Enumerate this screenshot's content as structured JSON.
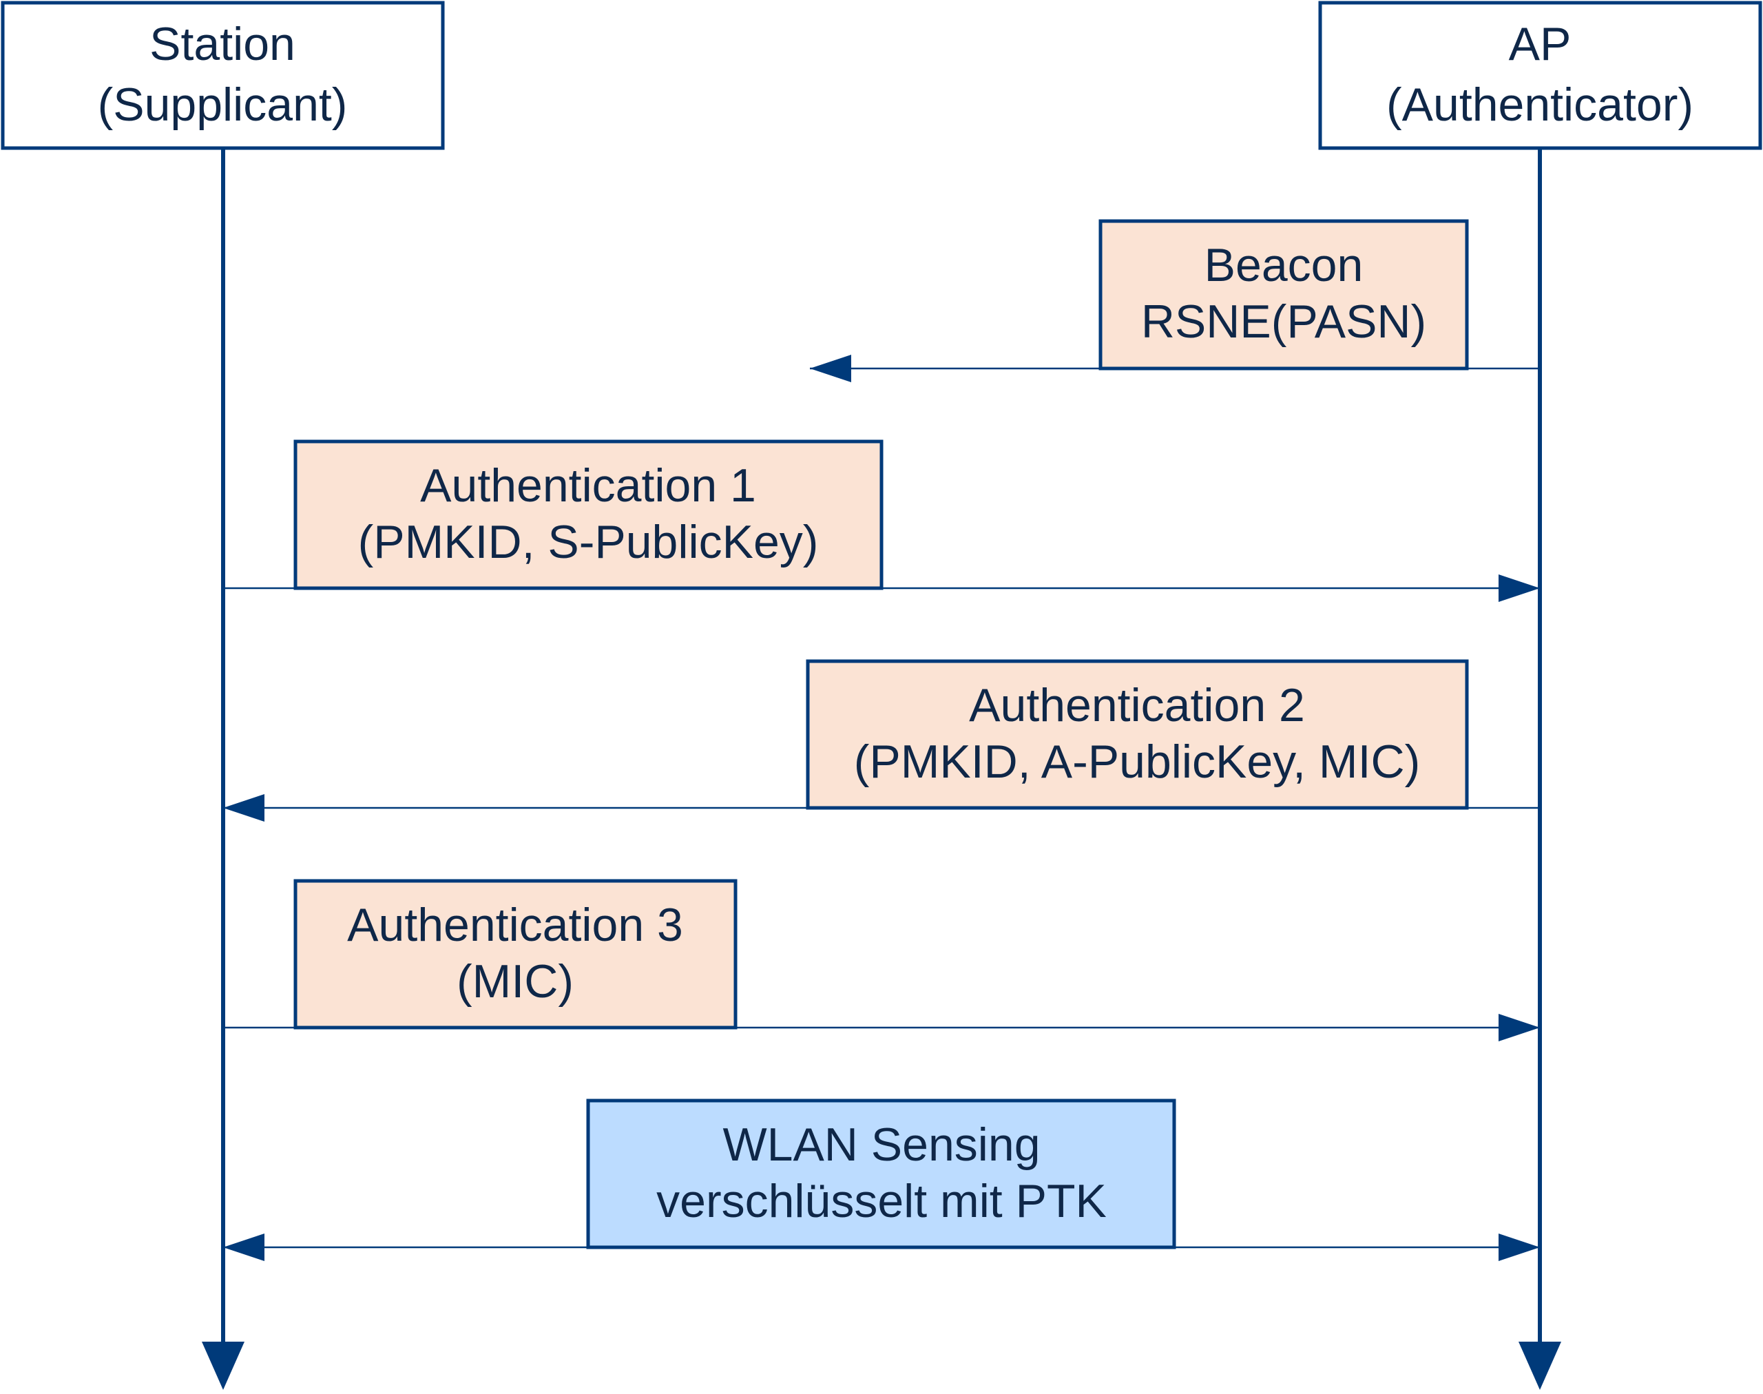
{
  "actors": {
    "station": {
      "line1": "Station",
      "line2": "(Supplicant)"
    },
    "ap": {
      "line1": "AP",
      "line2": "(Authenticator)"
    }
  },
  "messages": [
    {
      "line1": "Beacon",
      "line2": "RSNE(PASN)",
      "direction": "ap-to-station",
      "style": "handshake"
    },
    {
      "line1": "Authentication 1",
      "line2": "(PMKID, S-PublicKey)",
      "direction": "station-to-ap",
      "style": "handshake"
    },
    {
      "line1": "Authentication 2",
      "line2": "(PMKID, A-PublicKey, MIC)",
      "direction": "ap-to-station",
      "style": "handshake"
    },
    {
      "line1": "Authentication 3",
      "line2": "(MIC)",
      "direction": "station-to-ap",
      "style": "handshake"
    },
    {
      "line1": "WLAN Sensing",
      "line2": "verschlüsselt mit PTK",
      "direction": "bidirectional",
      "style": "data"
    }
  ],
  "colors": {
    "line": "#003a7a",
    "text": "#0f2748",
    "handshake_fill": "#fbe3d4",
    "data_fill": "#bcdcff",
    "actor_fill": "#ffffff"
  }
}
